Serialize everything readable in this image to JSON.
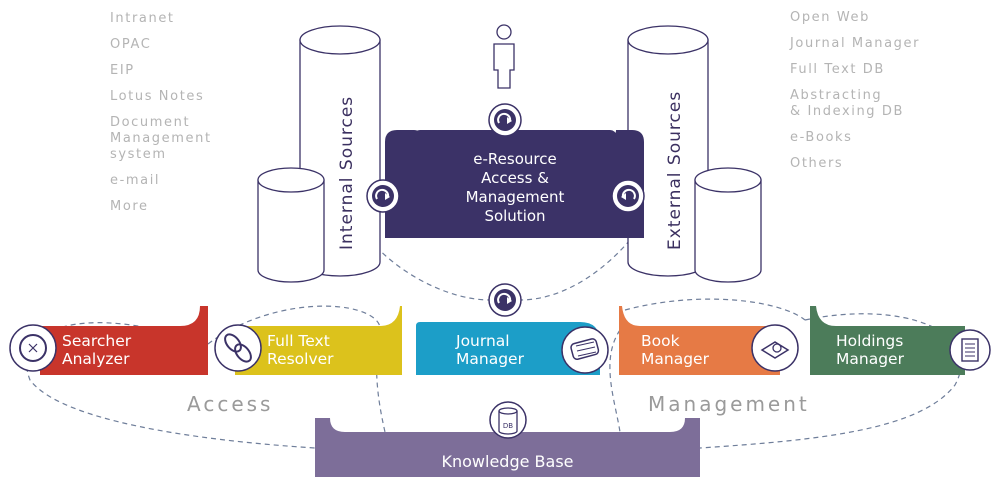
{
  "internal_list": [
    "Intranet",
    "OPAC",
    "EIP",
    "Lotus Notes",
    "Document\nManagement\nsystem",
    "e-mail",
    "More"
  ],
  "external_list": [
    "Open Web",
    "Journal Manager",
    "Full Text DB",
    "Abstracting\n& Indexing DB",
    "e-Books",
    "Others"
  ],
  "internal_sources_label": "Internal Sources",
  "external_sources_label": "External Sources",
  "center_label": "e-Resource\nAccess &\nManagement\nSolution",
  "modules": {
    "searcher": "Searcher\nAnalyzer",
    "fulltext": "Full Text\nResolver",
    "journal": "Journal\nManager",
    "book": "Book\nManager",
    "holdings": "Holdings\nManager"
  },
  "access_label": "Access",
  "management_label": "Management",
  "knowledge_base_label": "Knowledge Base",
  "db_icon_text": "DB",
  "colors": {
    "center": "#3b3267",
    "searcher": "#c8352b",
    "fulltext": "#dcc21c",
    "journal": "#1c9ec8",
    "book": "#e67a45",
    "holdings": "#4c7c5a",
    "knowledge_base": "#7d6e99"
  }
}
